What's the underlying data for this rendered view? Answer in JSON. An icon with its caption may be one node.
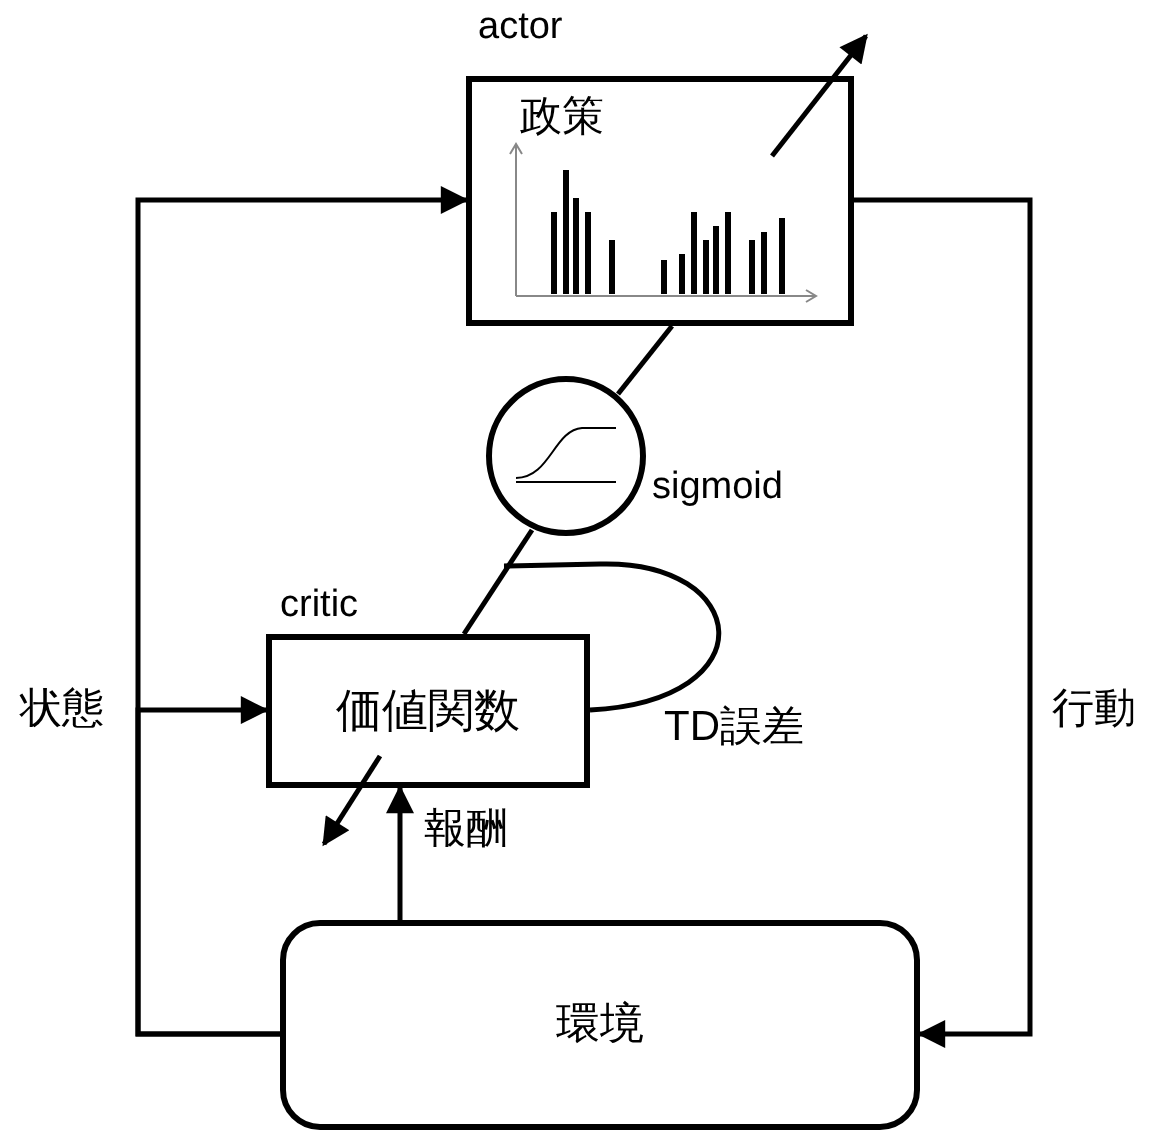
{
  "diagram": {
    "nodes": [
      {
        "text": [
          "actor",
          "政策"
        ]
      },
      {
        "text": [],
        "shape": "circle",
        "beside": [
          "sigmoid"
        ]
      },
      {
        "text": [
          "critic",
          "価値関数"
        ]
      },
      {
        "text": [
          "環境"
        ]
      }
    ],
    "edges": [
      {
        "from": 3,
        "to": 0,
        "arrow": "to"
      },
      {
        "from": 3,
        "to": 2,
        "arrow": "to",
        "label": "状態"
      },
      {
        "from": 0,
        "to": 3,
        "arrow": "to",
        "label": "行動"
      },
      {
        "from": 3,
        "to": 2,
        "arrow": "to",
        "label": "報酬"
      },
      {
        "from": 0,
        "to": 1,
        "arrow": "none"
      },
      {
        "from": 1,
        "to": 2,
        "arrow": "none"
      },
      {
        "from": 2,
        "to": null,
        "arrow": "none",
        "label": "TD誤差"
      }
    ]
  }
}
